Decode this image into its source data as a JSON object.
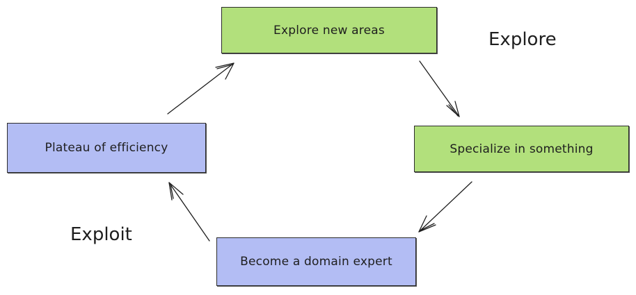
{
  "diagram": {
    "nodes": {
      "explore_areas": {
        "label": "Explore new areas",
        "color": "#b2e07c"
      },
      "specialize": {
        "label": "Specialize in something",
        "color": "#b2e07c"
      },
      "expert": {
        "label": "Become a domain expert",
        "color": "#b3bdf4"
      },
      "plateau": {
        "label": "Plateau of efficiency",
        "color": "#b3bdf4"
      }
    },
    "phases": {
      "explore": "Explore",
      "exploit": "Exploit"
    },
    "edges": [
      {
        "from": "Explore new areas",
        "to": "Specialize in something"
      },
      {
        "from": "Specialize in something",
        "to": "Become a domain expert"
      },
      {
        "from": "Become a domain expert",
        "to": "Plateau of efficiency"
      },
      {
        "from": "Plateau of efficiency",
        "to": "Explore new areas"
      }
    ]
  }
}
